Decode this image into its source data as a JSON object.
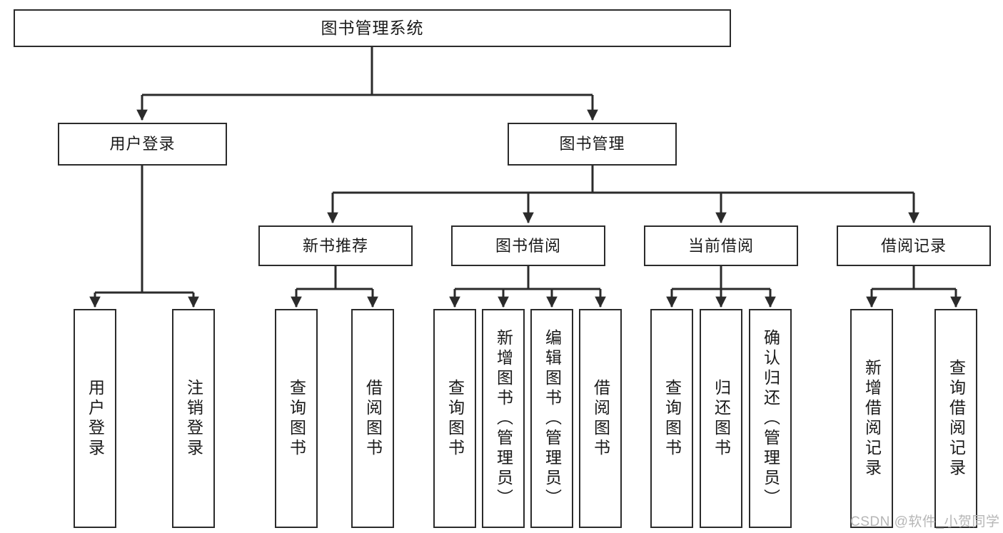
{
  "diagram": {
    "title": "图书管理系统",
    "type": "tree-hierarchy-chart",
    "root": {
      "label": "图书管理系统"
    },
    "level2": [
      {
        "label": "用户登录"
      },
      {
        "label": "图书管理"
      }
    ],
    "level3": [
      {
        "label": "新书推荐"
      },
      {
        "label": "图书借阅"
      },
      {
        "label": "当前借阅"
      },
      {
        "label": "借阅记录"
      }
    ],
    "leaves": [
      {
        "label": "用户登录"
      },
      {
        "label": "注销登录"
      },
      {
        "label": "查询图书"
      },
      {
        "label": "借阅图书"
      },
      {
        "label": "查询图书"
      },
      {
        "label": "新增图书（管理员）"
      },
      {
        "label": "编辑图书（管理员）"
      },
      {
        "label": "借阅图书"
      },
      {
        "label": "查询图书"
      },
      {
        "label": "归还图书"
      },
      {
        "label": "确认归还（管理员）"
      },
      {
        "label": "新增借阅记录"
      },
      {
        "label": "查询借阅记录"
      }
    ]
  },
  "watermark": {
    "text": "CSDN @软件_小贺同学"
  },
  "colors": {
    "border": "#2b2b2b",
    "background": "#ffffff",
    "text": "#1a1a1a",
    "watermark": "#b6b6b6"
  }
}
